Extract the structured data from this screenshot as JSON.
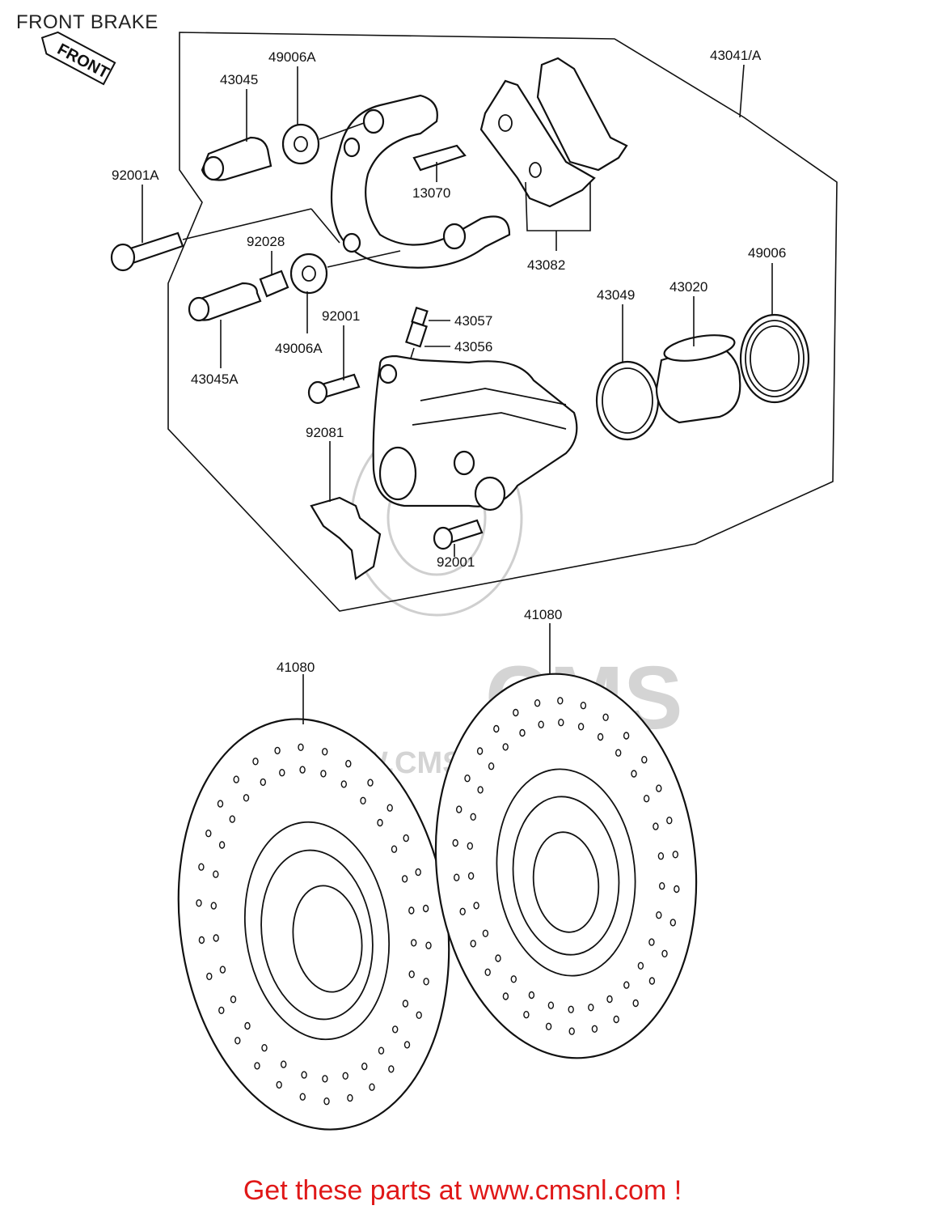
{
  "title": "FRONT BRAKE",
  "front_arrow": "FRONT",
  "watermark": {
    "brand": "CMS",
    "url": "WWW.CMSNL.COM"
  },
  "cta": "Get these parts at www.cmsnl.com !",
  "labels": {
    "p43041A": "43041/A",
    "p49006A_top": "49006A",
    "p43045": "43045",
    "p92001A": "92001A",
    "p13070": "13070",
    "p92028": "92028",
    "p43082": "43082",
    "p49006": "49006",
    "p43020": "43020",
    "p43049": "43049",
    "p92001_top": "92001",
    "p43057": "43057",
    "p43056": "43056",
    "p49006A_bot": "49006A",
    "p43045A": "43045A",
    "p92081": "92081",
    "p92001_bot": "92001",
    "p41080_left": "41080",
    "p41080_right": "41080"
  }
}
